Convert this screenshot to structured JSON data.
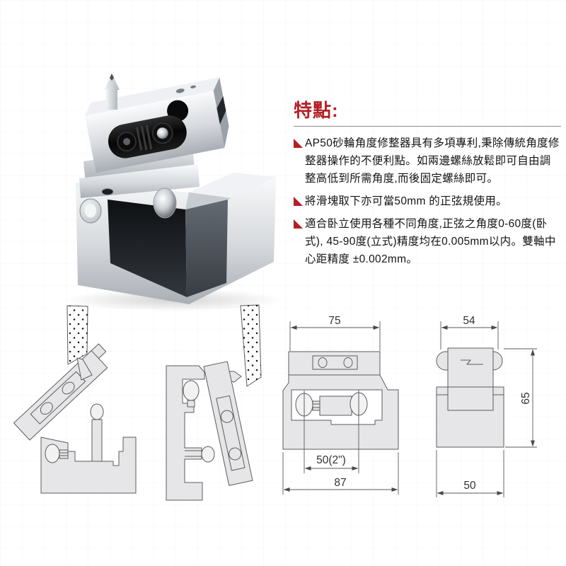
{
  "page": {
    "background_color": "#ffffff"
  },
  "product_photo": {
    "description": "AP50 grinding wheel angle dresser - metallic sine vise with diamond dresser point"
  },
  "features": {
    "heading": "特點:",
    "heading_color": "#b21f24",
    "bullets": [
      "AP50砂輪角度修整器具有多項專利,秉除傳統角度修整器操作的不便利點。如兩邊螺絲放鬆即可自由調整高低到所需角度,而後固定螺絲即可。",
      "將滑塊取下亦可當50mm 的正弦規使用。",
      "適合卧立使用各種不同角度,正弦之角度0-60度(卧式), 45-90度(立式)精度均在0.005mm以内。雙軸中心距精度 ±0.002mm。"
    ]
  },
  "drawings": {
    "stroke_color": "#5c5c5c",
    "fill_color": "#e6e6e8",
    "front_view": {
      "dims": {
        "top_width": "75",
        "roller_spacing": "50(2\")",
        "base_width": "87"
      }
    },
    "side_view": {
      "dims": {
        "top_width": "54",
        "height": "65",
        "base_width": "50"
      }
    }
  }
}
